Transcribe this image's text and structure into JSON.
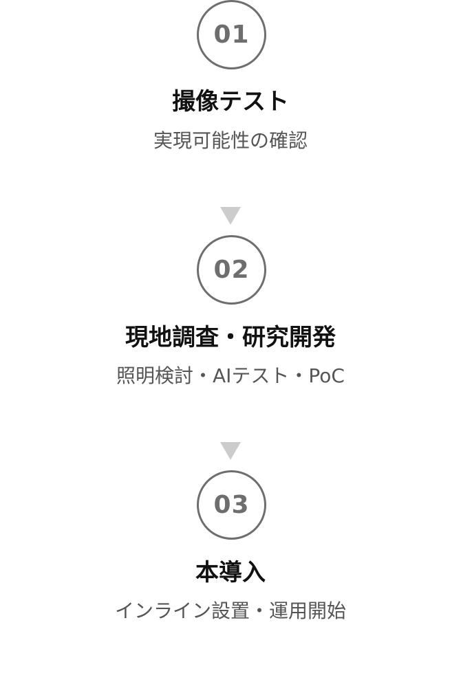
{
  "steps": [
    {
      "number": "01",
      "title": "撮像テスト",
      "description": "実現可能性の確認"
    },
    {
      "number": "02",
      "title": "現地調査・研究開発",
      "description": "照明検討・AIテスト・PoC"
    },
    {
      "number": "03",
      "title": "本導入",
      "description": "インライン設置・運用開始"
    }
  ],
  "colors": {
    "circle_border": "#6e6e6e",
    "number_text": "#6e6e6e",
    "title_text": "#111111",
    "description_text": "#555555",
    "arrow": "#cccccc"
  },
  "icons": {
    "arrow": "down-triangle-icon"
  }
}
